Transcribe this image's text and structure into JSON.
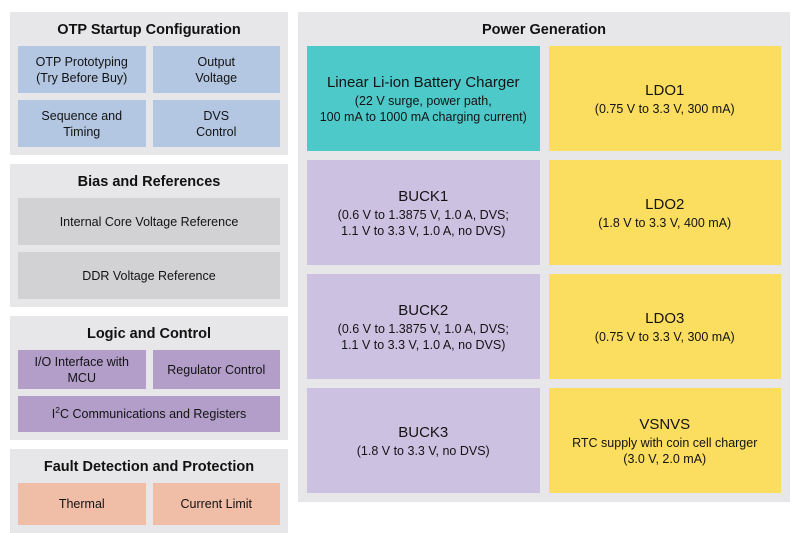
{
  "colors": {
    "panel_bg": "#e7e7e9",
    "page_bg": "#ffffff",
    "blue": "#b4c7e2",
    "gray": "#d2d2d4",
    "purple": "#b29ec9",
    "salmon": "#f0bda7",
    "teal": "#4ec9c9",
    "lavender": "#cdc1e2",
    "yellow": "#fbdd5f"
  },
  "left": {
    "otp": {
      "title": "OTP Startup Configuration",
      "blocks": [
        {
          "line1": "OTP Prototyping",
          "line2": "(Try Before Buy)"
        },
        {
          "line1": "Output",
          "line2": "Voltage"
        },
        {
          "line1": "Sequence and",
          "line2": "Timing"
        },
        {
          "line1": "DVS",
          "line2": "Control"
        }
      ]
    },
    "bias": {
      "title": "Bias and References",
      "blocks": [
        {
          "line1": "Internal Core Voltage Reference"
        },
        {
          "line1": "DDR Voltage Reference"
        }
      ]
    },
    "logic": {
      "title": "Logic and Control",
      "blocks": [
        {
          "line1": "I/O Interface with MCU"
        },
        {
          "line1": "Regulator Control"
        }
      ],
      "wide_block": {
        "prefix": "I",
        "sup": "2",
        "suffix": "C Communications and Registers"
      }
    },
    "fault": {
      "title": "Fault Detection and Protection",
      "blocks": [
        {
          "line1": "Thermal"
        },
        {
          "line1": "Current Limit"
        }
      ]
    }
  },
  "right": {
    "title": "Power Generation",
    "column_left": [
      {
        "name": "Linear Li-ion Battery Charger",
        "sub1": "(22 V surge, power path,",
        "sub2": "100 mA to 1000 mA charging current)",
        "color": "teal"
      },
      {
        "name": "BUCK1",
        "sub1": "(0.6 V to 1.3875 V, 1.0 A, DVS;",
        "sub2": "1.1 V to 3.3 V, 1.0 A, no DVS)",
        "color": "lavender"
      },
      {
        "name": "BUCK2",
        "sub1": "(0.6 V to 1.3875 V, 1.0 A, DVS;",
        "sub2": "1.1 V to 3.3 V, 1.0 A, no DVS)",
        "color": "lavender"
      },
      {
        "name": "BUCK3",
        "sub1": "(1.8 V to 3.3 V, no DVS)",
        "sub2": "",
        "color": "lavender"
      }
    ],
    "column_right": [
      {
        "name": "LDO1",
        "sub1": "(0.75 V to 3.3 V, 300 mA)",
        "sub2": "",
        "color": "yellow"
      },
      {
        "name": "LDO2",
        "sub1": "(1.8 V to 3.3 V, 400 mA)",
        "sub2": "",
        "color": "yellow"
      },
      {
        "name": "LDO3",
        "sub1": "(0.75 V to 3.3 V, 300 mA)",
        "sub2": "",
        "color": "yellow"
      },
      {
        "name": "VSNVS",
        "sub1": "RTC supply with coin cell charger",
        "sub2": "(3.0 V, 2.0 mA)",
        "color": "yellow"
      }
    ]
  }
}
